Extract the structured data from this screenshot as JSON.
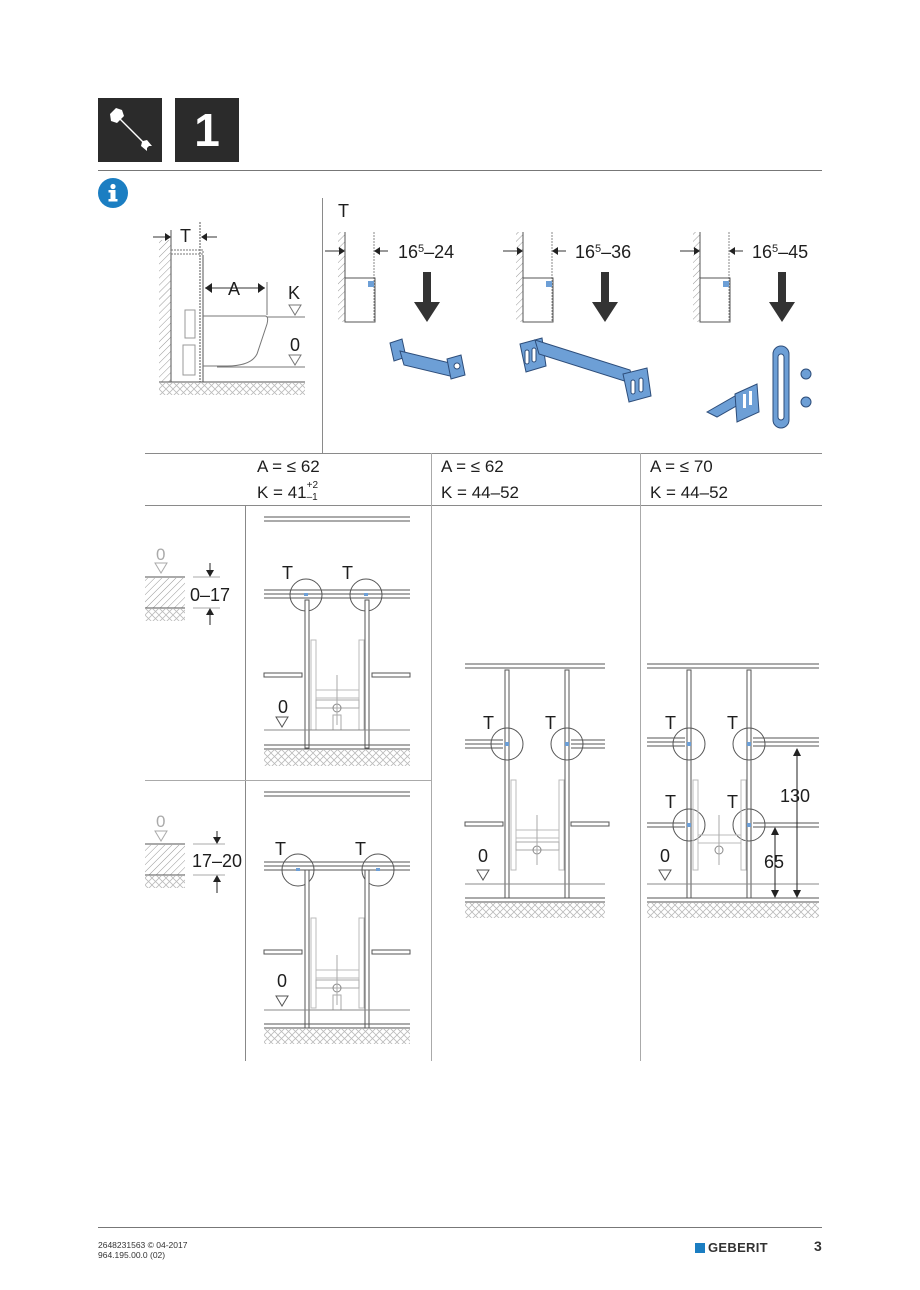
{
  "header": {
    "tool_icon": "wrench-icon",
    "step_number": "1",
    "info_icon": "info-icon"
  },
  "overview": {
    "label_T": "T",
    "label_A": "A",
    "label_K": "K",
    "label_0": "0"
  },
  "variants": {
    "heading_T": "T",
    "items": [
      {
        "range_base": "16",
        "range_sup": "5",
        "range_rest": "–24",
        "part": "short-wall-bracket"
      },
      {
        "range_base": "16",
        "range_sup": "5",
        "range_rest": "–36",
        "part": "long-wall-bracket"
      },
      {
        "range_base": "16",
        "range_sup": "5",
        "range_rest": "–45",
        "part": "angle-bracket-set"
      }
    ]
  },
  "table": {
    "columns": [
      {
        "a": "A = ≤ 62",
        "k_base": "K = 41",
        "k_sup": "+2",
        "k_sub": "–1"
      },
      {
        "a": "A = ≤ 62",
        "k": "K = 44–52"
      },
      {
        "a": "A = ≤ 70",
        "k": "K = 44–52"
      }
    ],
    "rows": [
      {
        "zero": "0",
        "range": "0–17"
      },
      {
        "zero": "0",
        "range": "17–20"
      }
    ],
    "diagram_labels": {
      "T": "T",
      "zero": "0",
      "dim_130": "130",
      "dim_65": "65"
    }
  },
  "footer": {
    "doc_number": "2648231563 © 04-2017",
    "article_number": "964.195.00.0 (02)",
    "brand": "GEBERIT",
    "brand_color": "#1b7ec2",
    "page": "3"
  },
  "colors": {
    "accent_blue": "#6d9fd6",
    "info_blue": "#1b7ec2",
    "dark_box": "#2b2b2b"
  }
}
